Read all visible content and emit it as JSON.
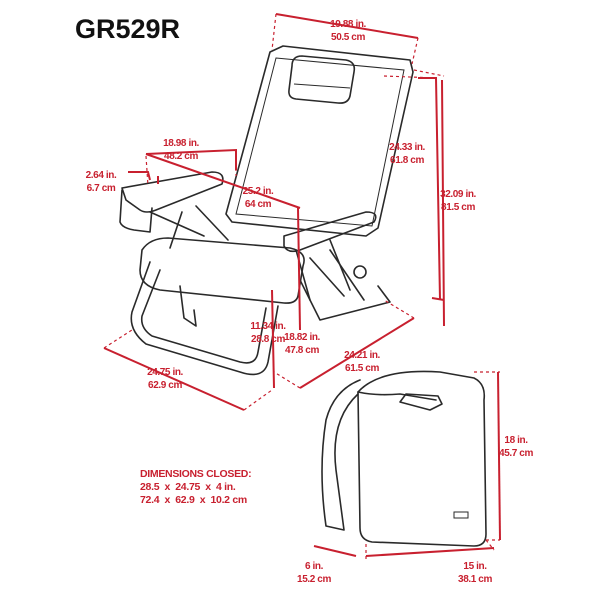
{
  "title": "GR529R",
  "accent_color": "#c8202f",
  "dimensions": {
    "top_width": {
      "in": "19.88 in.",
      "cm": "50.5 cm"
    },
    "back_height": {
      "in": "24.33 in.",
      "cm": "61.8 cm"
    },
    "total_height": {
      "in": "32.09 in.",
      "cm": "81.5 cm"
    },
    "armrest_length": {
      "in": "18.98 in.",
      "cm": "48.2 cm"
    },
    "cupholder_width": {
      "in": "2.64 in.",
      "cm": "6.7 cm"
    },
    "seat_depth_diagonal": {
      "in": "25.2 in.",
      "cm": "64 cm"
    },
    "seat_height": {
      "in": "11.34 in.",
      "cm": "28.8 cm"
    },
    "armrest_height": {
      "in": "18.82 in.",
      "cm": "47.8 cm"
    },
    "depth": {
      "in": "24.21 in.",
      "cm": "61.5 cm"
    },
    "width": {
      "in": "24.75 in.",
      "cm": "62.9 cm"
    },
    "closed_height": {
      "in": "18 in.",
      "cm": "45.7 cm"
    },
    "closed_depth": {
      "in": "6 in.",
      "cm": "15.2 cm"
    },
    "closed_width": {
      "in": "15 in.",
      "cm": "38.1 cm"
    }
  },
  "closed_note": {
    "heading": "DIMENSIONS CLOSED:",
    "imperial": "28.5  x  24.75  x  4 in.",
    "metric": "72.4  x  62.9  x  10.2 cm"
  }
}
